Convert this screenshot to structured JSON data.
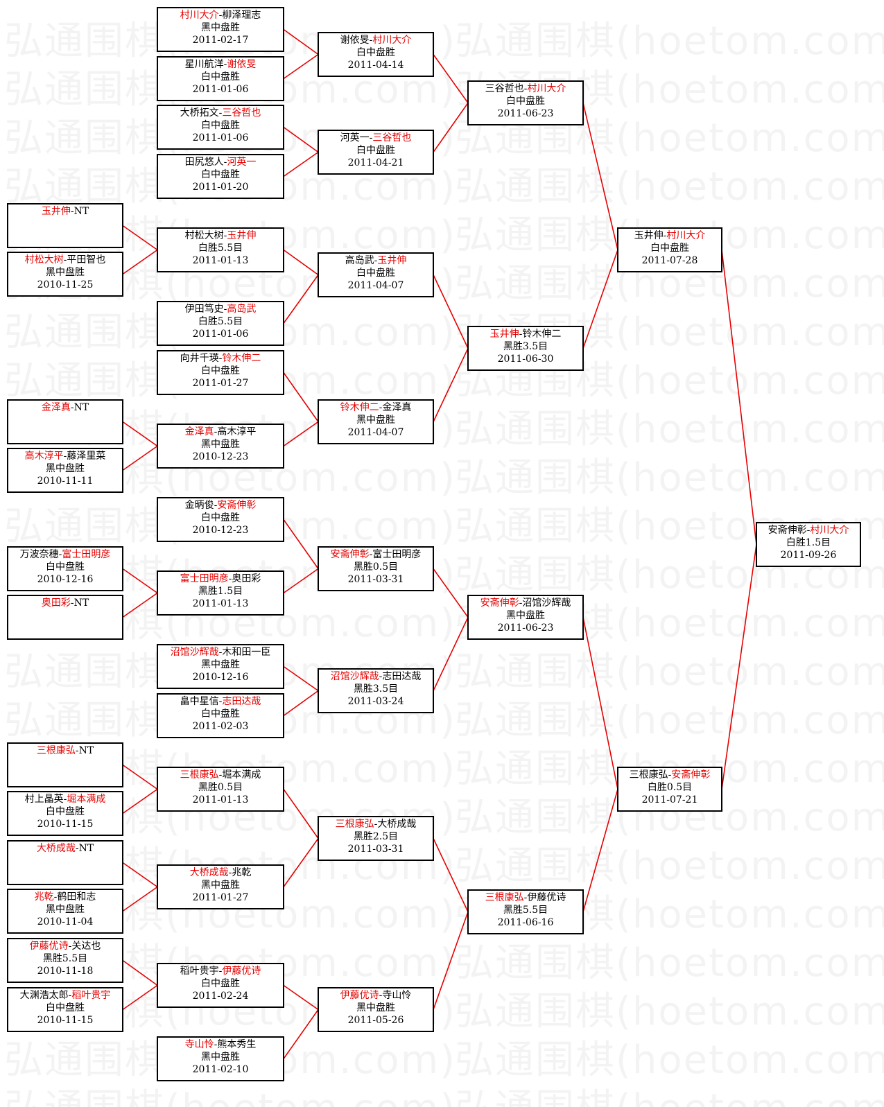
{
  "watermark": "弘通围棋(hoetom.com)",
  "colors": {
    "winner": "#e60000",
    "line": "#e60000",
    "border": "#000000",
    "background": "#ffffff"
  },
  "matches": [
    {
      "id": "r1m1",
      "p1": "村川大介",
      "p2": "柳泽理志",
      "winner": 1,
      "result": "黑中盘胜",
      "date": "2011-02-17"
    },
    {
      "id": "r1m2",
      "p1": "星川航洋",
      "p2": "谢依旻",
      "winner": 2,
      "result": "白中盘胜",
      "date": "2011-01-06"
    },
    {
      "id": "r1m3",
      "p1": "大桥拓文",
      "p2": "三谷哲也",
      "winner": 2,
      "result": "白中盘胜",
      "date": "2011-01-06"
    },
    {
      "id": "r1m4",
      "p1": "田尻悠人",
      "p2": "河英一",
      "winner": 2,
      "result": "白中盘胜",
      "date": "2011-01-20"
    },
    {
      "id": "r0m1",
      "p1": "玉井伸",
      "p2": "NT",
      "winner": 1,
      "result": "",
      "date": ""
    },
    {
      "id": "r0m2",
      "p1": "村松大树",
      "p2": "平田智也",
      "winner": 1,
      "result": "黑中盘胜",
      "date": "2010-11-25"
    },
    {
      "id": "r1m5",
      "p1": "村松大树",
      "p2": "玉井伸",
      "winner": 2,
      "result": "白胜5.5目",
      "date": "2011-01-13"
    },
    {
      "id": "r1m6",
      "p1": "伊田笃史",
      "p2": "高岛武",
      "winner": 2,
      "result": "白胜5.5目",
      "date": "2011-01-06"
    },
    {
      "id": "r1m7",
      "p1": "向井千瑛",
      "p2": "铃木伸二",
      "winner": 2,
      "result": "白中盘胜",
      "date": "2011-01-27"
    },
    {
      "id": "r0m3",
      "p1": "金泽真",
      "p2": "NT",
      "winner": 1,
      "result": "",
      "date": ""
    },
    {
      "id": "r0m4",
      "p1": "高木淳平",
      "p2": "藤泽里菜",
      "winner": 1,
      "result": "黑中盘胜",
      "date": "2010-11-11"
    },
    {
      "id": "r1m8",
      "p1": "金泽真",
      "p2": "高木淳平",
      "winner": 1,
      "result": "黑中盘胜",
      "date": "2010-12-23"
    },
    {
      "id": "r1m9",
      "p1": "金昞俊",
      "p2": "安斋伸彰",
      "winner": 2,
      "result": "白中盘胜",
      "date": "2010-12-23"
    },
    {
      "id": "r0m5",
      "p1": "万波奈穗",
      "p2": "富士田明彦",
      "winner": 2,
      "result": "白中盘胜",
      "date": "2010-12-16"
    },
    {
      "id": "r0m6",
      "p1": "奥田彩",
      "p2": "NT",
      "winner": 1,
      "result": "",
      "date": ""
    },
    {
      "id": "r1m10",
      "p1": "富士田明彦",
      "p2": "奥田彩",
      "winner": 1,
      "result": "黑胜1.5目",
      "date": "2011-01-13"
    },
    {
      "id": "r1m11",
      "p1": "沼馆沙辉哉",
      "p2": "木和田一臣",
      "winner": 1,
      "result": "黑中盘胜",
      "date": "2010-12-16"
    },
    {
      "id": "r1m12",
      "p1": "畠中星信",
      "p2": "志田达哉",
      "winner": 2,
      "result": "白中盘胜",
      "date": "2011-02-03"
    },
    {
      "id": "r0m7",
      "p1": "三根康弘",
      "p2": "NT",
      "winner": 1,
      "result": "",
      "date": ""
    },
    {
      "id": "r0m8",
      "p1": "村上晶英",
      "p2": "堀本满成",
      "winner": 2,
      "result": "白中盘胜",
      "date": "2010-11-15"
    },
    {
      "id": "r1m13",
      "p1": "三根康弘",
      "p2": "堀本满成",
      "winner": 1,
      "result": "黑胜0.5目",
      "date": "2011-01-13"
    },
    {
      "id": "r0m9",
      "p1": "大桥成哉",
      "p2": "NT",
      "winner": 1,
      "result": "",
      "date": ""
    },
    {
      "id": "r0m10",
      "p1": "兆乾",
      "p2": "鹤田和志",
      "winner": 1,
      "result": "黑中盘胜",
      "date": "2010-11-04"
    },
    {
      "id": "r1m14",
      "p1": "大桥成哉",
      "p2": "兆乾",
      "winner": 1,
      "result": "黑中盘胜",
      "date": "2011-01-27"
    },
    {
      "id": "r0m11",
      "p1": "伊藤优诗",
      "p2": "关达也",
      "winner": 1,
      "result": "黑胜5.5目",
      "date": "2010-11-18"
    },
    {
      "id": "r0m12",
      "p1": "大渊浩太郎",
      "p2": "稻叶贵宇",
      "winner": 2,
      "result": "白中盘胜",
      "date": "2010-11-15"
    },
    {
      "id": "r1m15",
      "p1": "稻叶贵宇",
      "p2": "伊藤优诗",
      "winner": 2,
      "result": "白中盘胜",
      "date": "2011-02-24"
    },
    {
      "id": "r1m16",
      "p1": "寺山怜",
      "p2": "熊本秀生",
      "winner": 1,
      "result": "黑中盘胜",
      "date": "2011-02-10"
    },
    {
      "id": "r2m1",
      "p1": "谢依旻",
      "p2": "村川大介",
      "winner": 2,
      "result": "白中盘胜",
      "date": "2011-04-14"
    },
    {
      "id": "r2m2",
      "p1": "河英一",
      "p2": "三谷哲也",
      "winner": 2,
      "result": "白中盘胜",
      "date": "2011-04-21"
    },
    {
      "id": "r2m3",
      "p1": "高岛武",
      "p2": "玉井伸",
      "winner": 2,
      "result": "白中盘胜",
      "date": "2011-04-07"
    },
    {
      "id": "r2m4",
      "p1": "铃木伸二",
      "p2": "金泽真",
      "winner": 1,
      "result": "黑中盘胜",
      "date": "2011-04-07"
    },
    {
      "id": "r2m5",
      "p1": "安斋伸彰",
      "p2": "富士田明彦",
      "winner": 1,
      "result": "黑胜0.5目",
      "date": "2011-03-31"
    },
    {
      "id": "r2m6",
      "p1": "沼馆沙辉哉",
      "p2": "志田达哉",
      "winner": 1,
      "result": "黑胜3.5目",
      "date": "2011-03-24"
    },
    {
      "id": "r2m7",
      "p1": "三根康弘",
      "p2": "大桥成哉",
      "winner": 1,
      "result": "黑胜2.5目",
      "date": "2011-03-31"
    },
    {
      "id": "r2m8",
      "p1": "伊藤优诗",
      "p2": "寺山怜",
      "winner": 1,
      "result": "黑中盘胜",
      "date": "2011-05-26"
    },
    {
      "id": "r3m1",
      "p1": "三谷哲也",
      "p2": "村川大介",
      "winner": 2,
      "result": "白中盘胜",
      "date": "2011-06-23"
    },
    {
      "id": "r3m2",
      "p1": "玉井伸",
      "p2": "铃木伸二",
      "winner": 1,
      "result": "黑胜3.5目",
      "date": "2011-06-30"
    },
    {
      "id": "r3m3",
      "p1": "安斋伸彰",
      "p2": "沼馆沙辉哉",
      "winner": 1,
      "result": "黑中盘胜",
      "date": "2011-06-23"
    },
    {
      "id": "r3m4",
      "p1": "三根康弘",
      "p2": "伊藤优诗",
      "winner": 1,
      "result": "黑胜5.5目",
      "date": "2011-06-16"
    },
    {
      "id": "r4m1",
      "p1": "玉井伸",
      "p2": "村川大介",
      "winner": 2,
      "result": "白中盘胜",
      "date": "2011-07-28"
    },
    {
      "id": "r4m2",
      "p1": "三根康弘",
      "p2": "安斋伸彰",
      "winner": 2,
      "result": "白胜0.5目",
      "date": "2011-07-21"
    },
    {
      "id": "final",
      "p1": "安斋伸彰",
      "p2": "村川大介",
      "winner": 2,
      "result": "白胜1.5目",
      "date": "2011-09-26"
    }
  ]
}
